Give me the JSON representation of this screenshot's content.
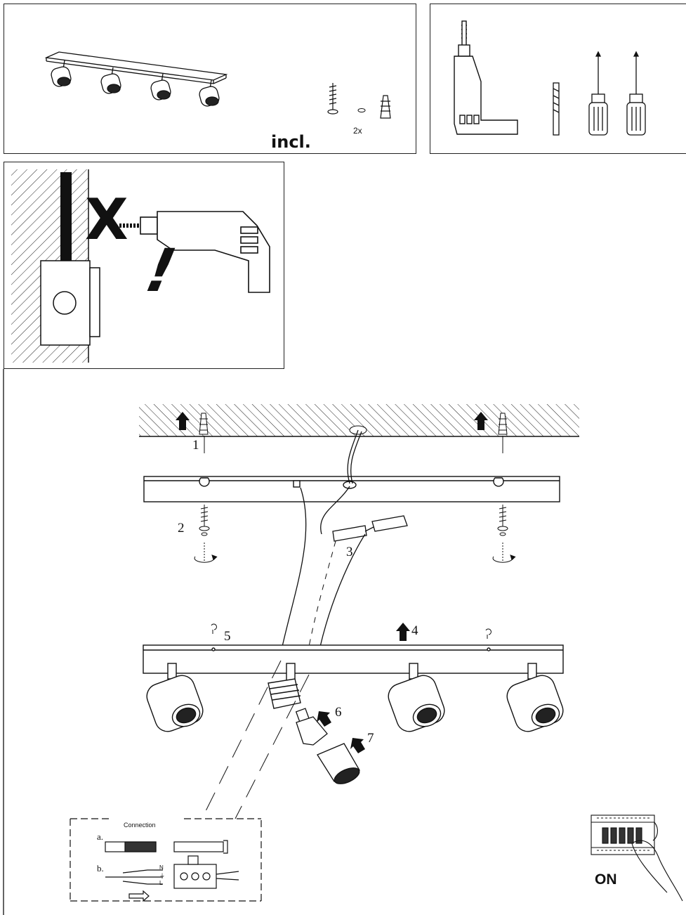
{
  "panel_included": {
    "incl_label": "incl.",
    "quantity_label": "2x"
  },
  "panel_warning": {
    "cross_mark": "X",
    "warning_mark": "!"
  },
  "assembly": {
    "step_labels": [
      "1",
      "2",
      "3",
      "4",
      "5",
      "6",
      "7"
    ]
  },
  "connection_box": {
    "title": "Connection",
    "option_a": "a.",
    "option_b": "b.",
    "terminal_labels": [
      "N",
      "⏚",
      "L"
    ]
  },
  "breaker": {
    "on_label": "ON"
  }
}
